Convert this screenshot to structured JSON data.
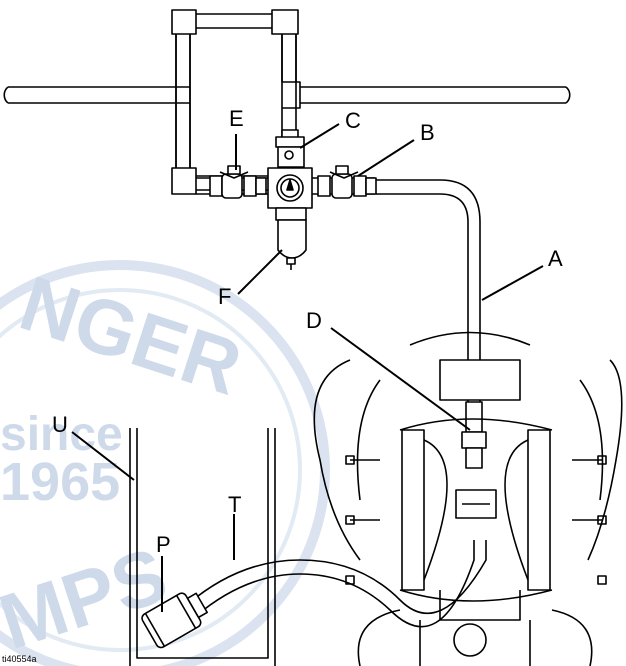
{
  "watermark": {
    "line1": "NGER",
    "line2": "since",
    "line3": "1965",
    "line4": "MPS",
    "color": "#c9d7e8"
  },
  "callouts": {
    "A": "A",
    "B": "B",
    "C": "C",
    "D": "D",
    "E": "E",
    "F": "F",
    "P": "P",
    "T": "T",
    "U": "U"
  },
  "figure_id": "ti40554a",
  "colors": {
    "line": "#000000",
    "background": "#ffffff"
  }
}
